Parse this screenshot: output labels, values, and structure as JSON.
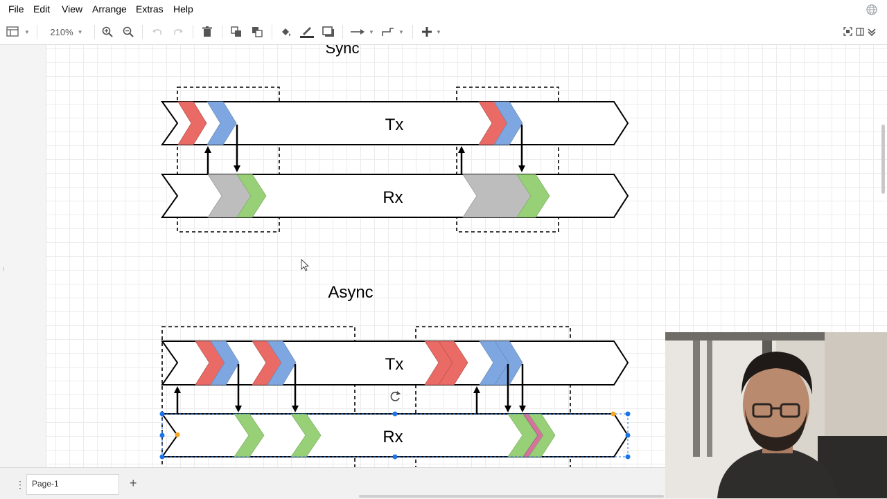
{
  "menu": {
    "file": "File",
    "edit": "Edit",
    "view": "View",
    "arrange": "Arrange",
    "extras": "Extras",
    "help": "Help"
  },
  "toolbar": {
    "zoom": "210%"
  },
  "diagram": {
    "sync_title": "Sync",
    "async_title": "Async",
    "tx_label": "Tx",
    "rx_label": "Rx"
  },
  "footer": {
    "page_tab": "Page-1"
  },
  "colors": {
    "red": "#ea6b66",
    "blue": "#7ea6e0",
    "green": "#97d077",
    "grey": "#bdbdbd",
    "pink": "#d5739d",
    "selection": "#1a73e8",
    "handle_orange": "#f5a623"
  },
  "icons": [
    "format-panel-icon",
    "zoom-in-icon",
    "zoom-out-icon",
    "undo-icon",
    "redo-icon",
    "delete-icon",
    "to-front-icon",
    "to-back-icon",
    "fill-color-icon",
    "line-color-icon",
    "shadow-icon",
    "connection-icon",
    "waypoints-icon",
    "insert-icon",
    "fullscreen-icon",
    "globe-icon",
    "rotate-icon",
    "mouse-cursor-icon"
  ]
}
